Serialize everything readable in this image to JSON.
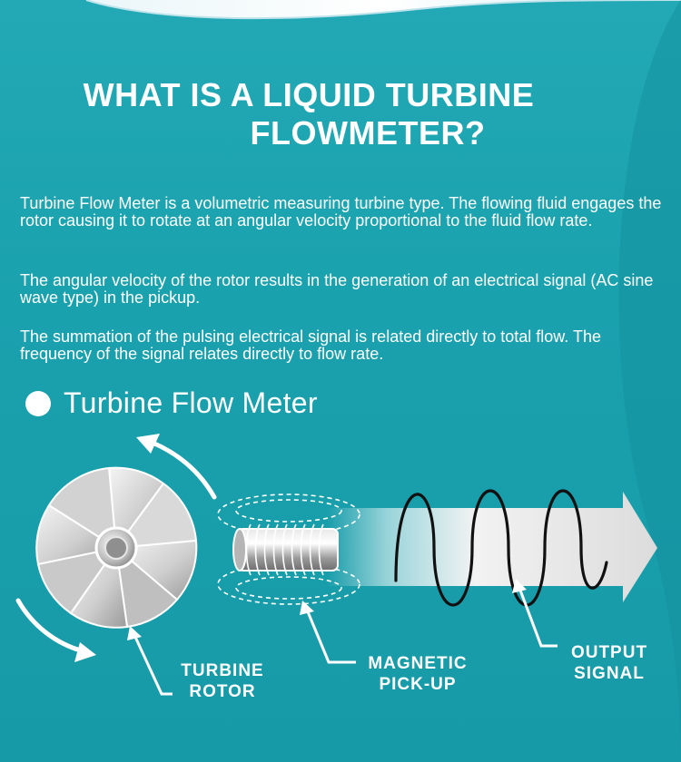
{
  "title": {
    "line1": "WHAT IS A LIQUID TURBINE",
    "line2": "FLOWMETER?"
  },
  "paragraphs": [
    "Turbine Flow Meter is a volumetric measuring turbine type. The flowing fluid engages the rotor causing it to rotate at an angular velocity proportional to the fluid flow rate.",
    "The angular velocity of the rotor results in the generation of an electrical signal (AC sine wave type) in the pickup.",
    "The summation of the pulsing electrical signal is related directly to total flow. The frequency of the signal relates directly to flow rate."
  ],
  "section": {
    "heading": "Turbine Flow Meter"
  },
  "diagram": {
    "labels": {
      "rotor": [
        "TURBINE",
        "ROTOR"
      ],
      "pickup": [
        "MAGNETIC",
        "PICK-UP"
      ],
      "output": [
        "OUTPUT",
        "SIGNAL"
      ]
    },
    "icons": [
      "rotation-arrow-icon",
      "turbine-rotor-icon",
      "magnetic-coil-icon",
      "signal-arrow-icon",
      "sine-wave-icon"
    ],
    "colors": {
      "background": "#1aa1ae",
      "foreground": "#ffffff",
      "wave": "#111111"
    }
  }
}
